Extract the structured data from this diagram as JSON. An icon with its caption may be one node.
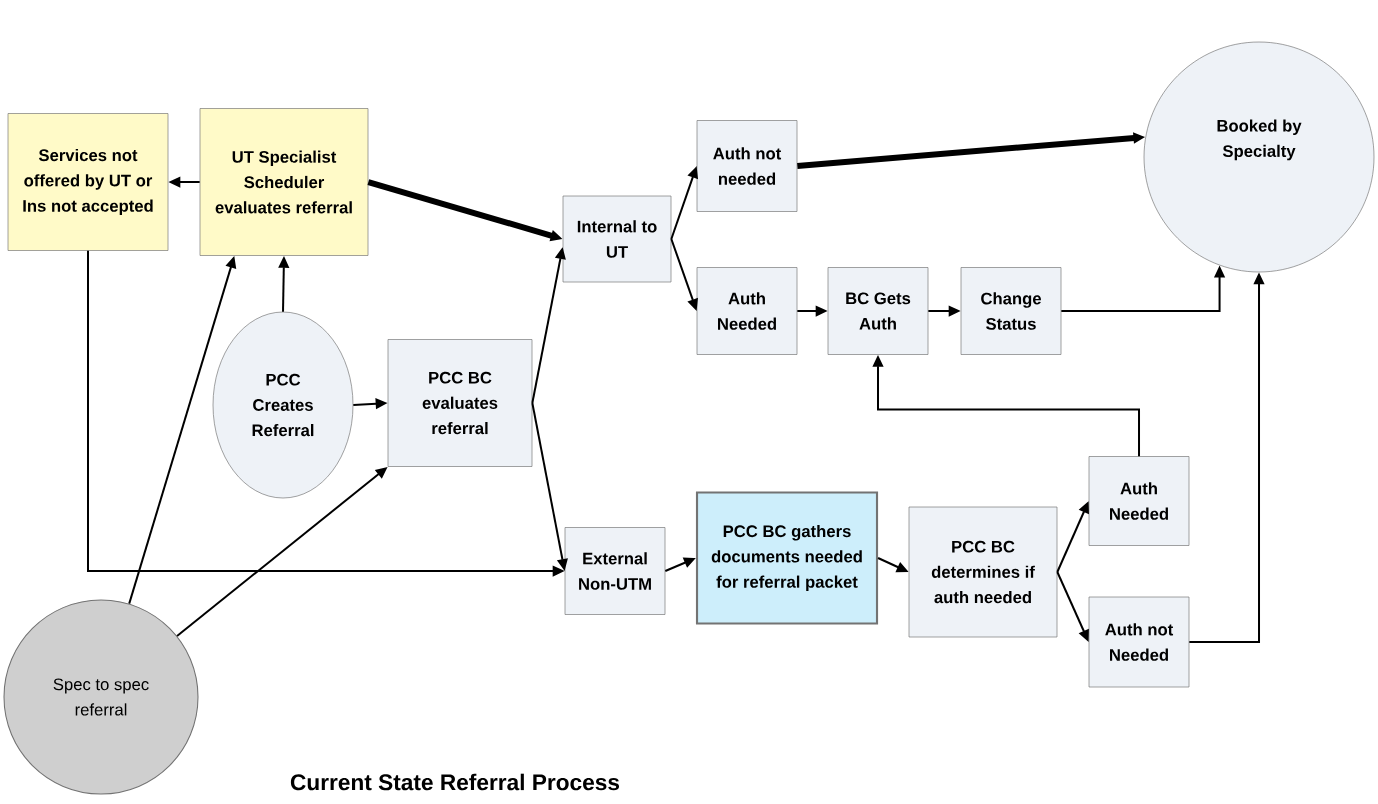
{
  "diagram": {
    "title": "Current State Referral Process",
    "nodes": [
      {
        "text": [
          "Services not offered by UT or Ins not accepted"
        ]
      },
      {
        "text": [
          "UT Specialist Scheduler evaluates referral"
        ]
      },
      {
        "text": [
          "Internal to UT"
        ]
      },
      {
        "text": [
          "Auth not needed"
        ]
      },
      {
        "text": [
          "Auth Needed"
        ]
      },
      {
        "text": [
          "BC Gets Auth"
        ]
      },
      {
        "text": [
          "Change Status"
        ]
      },
      {
        "text": [
          "Booked by Specialty"
        ]
      },
      {
        "text": [
          "PCC Creates Referral"
        ]
      },
      {
        "text": [
          "PCC BC evaluates referral"
        ]
      },
      {
        "text": [
          "External Non-UTM"
        ]
      },
      {
        "text": [
          "PCC BC gathers documents needed for referral packet"
        ]
      },
      {
        "text": [
          "PCC BC determines if auth needed"
        ]
      },
      {
        "text": [
          "Auth Needed"
        ]
      },
      {
        "text": [
          "Auth not Needed"
        ]
      },
      {
        "text": [
          "Spec to spec referral"
        ]
      }
    ],
    "edges": [
      {
        "from": 1,
        "to": 0,
        "arrow": "to"
      },
      {
        "from": 1,
        "to": 2,
        "arrow": "to",
        "style": "thick"
      },
      {
        "from": 8,
        "to": 1,
        "arrow": "to"
      },
      {
        "from": 15,
        "to": 1,
        "arrow": "to"
      },
      {
        "from": 15,
        "to": 9,
        "arrow": "to"
      },
      {
        "from": 8,
        "to": 9,
        "arrow": "to"
      },
      {
        "from": 9,
        "to": 2,
        "arrow": "to"
      },
      {
        "from": 9,
        "to": 10,
        "arrow": "to"
      },
      {
        "from": 0,
        "to": 10,
        "arrow": "to"
      },
      {
        "from": 2,
        "to": 3,
        "arrow": "to"
      },
      {
        "from": 2,
        "to": 4,
        "arrow": "to"
      },
      {
        "from": 3,
        "to": 7,
        "arrow": "to",
        "style": "thick"
      },
      {
        "from": 4,
        "to": 5,
        "arrow": "to"
      },
      {
        "from": 5,
        "to": 6,
        "arrow": "to"
      },
      {
        "from": 6,
        "to": 7,
        "arrow": "to"
      },
      {
        "from": 10,
        "to": 11,
        "arrow": "to"
      },
      {
        "from": 11,
        "to": 12,
        "arrow": "to"
      },
      {
        "from": 12,
        "to": 13,
        "arrow": "to"
      },
      {
        "from": 12,
        "to": 14,
        "arrow": "to"
      },
      {
        "from": 13,
        "to": 5,
        "arrow": "to"
      },
      {
        "from": 14,
        "to": 7,
        "arrow": "to"
      }
    ]
  }
}
